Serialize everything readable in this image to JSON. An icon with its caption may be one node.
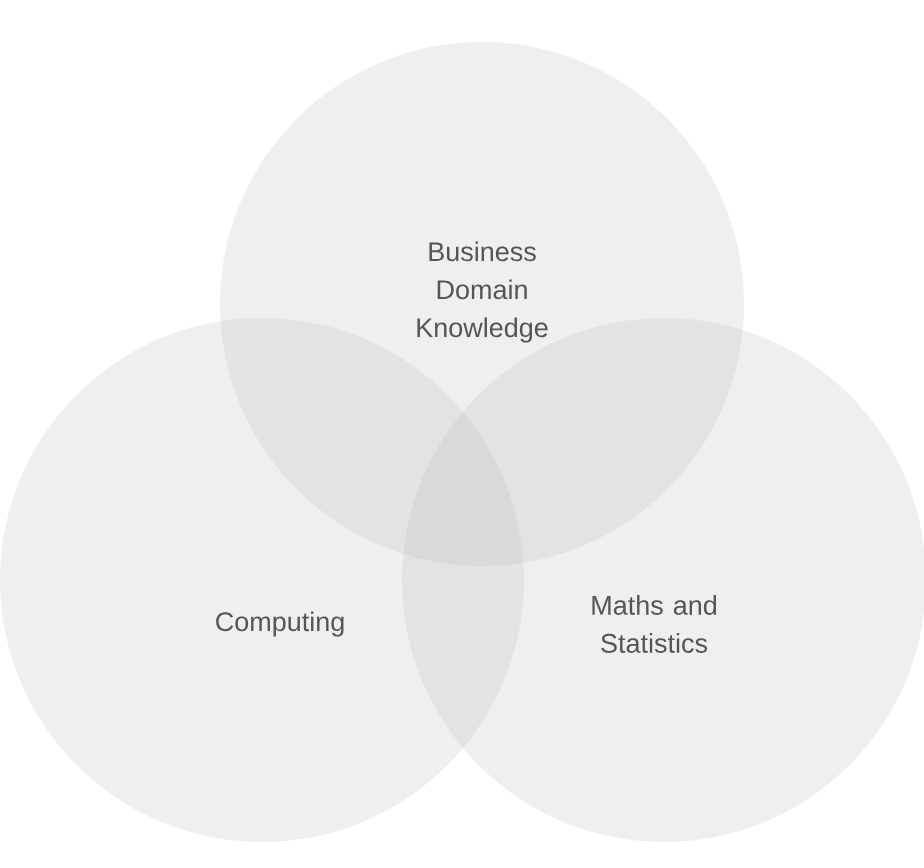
{
  "diagram": {
    "nodes": [
      {
        "text": [
          "Business Domain Knowledge"
        ]
      },
      {
        "text": [
          "Computing"
        ]
      },
      {
        "text": [
          "Maths and Statistics"
        ]
      }
    ]
  }
}
